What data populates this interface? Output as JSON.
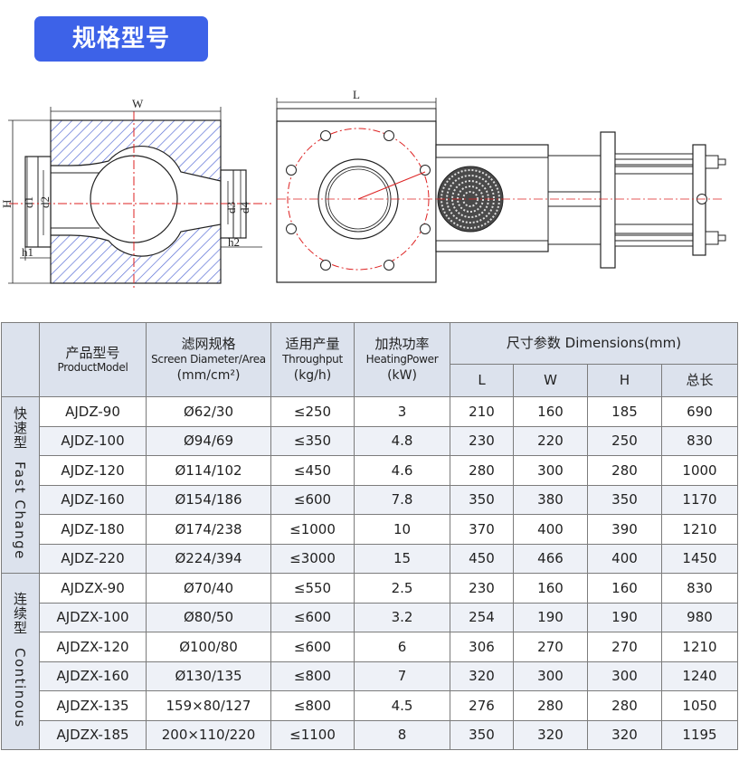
{
  "section_title": "规格型号",
  "drawing_labels": {
    "width": "W",
    "length": "L",
    "height": "H",
    "d1": "d1",
    "d2": "d2",
    "d3": "d3",
    "d4": "d4",
    "h1": "h1",
    "h2": "h2"
  },
  "table": {
    "header": {
      "model_cn": "产品型号",
      "model_en": "ProductModel",
      "screen_cn": "滤网规格",
      "screen_en": "Screen Diameter/Area",
      "screen_unit": "(mm/cm²)",
      "output_cn": "适用产量",
      "output_en": "Throughput",
      "output_unit": "(kg/h)",
      "power_cn": "加热功率",
      "power_en": "HeatingPower",
      "power_unit": "(kW)",
      "dims": "尺寸参数 Dimensions(mm)",
      "dim_L": "L",
      "dim_W": "W",
      "dim_H": "H",
      "dim_total": "总长"
    },
    "groups": [
      {
        "name_cn": "快速型",
        "name_en": "Fast Change",
        "rows": [
          {
            "model": "AJDZ-90",
            "screen": "Ø62/30",
            "output": "≤250",
            "power": "3",
            "L": "210",
            "W": "160",
            "H": "185",
            "total": "690"
          },
          {
            "model": "AJDZ-100",
            "screen": "Ø94/69",
            "output": "≤350",
            "power": "4.8",
            "L": "230",
            "W": "220",
            "H": "250",
            "total": "830"
          },
          {
            "model": "AJDZ-120",
            "screen": "Ø114/102",
            "output": "≤450",
            "power": "4.6",
            "L": "280",
            "W": "300",
            "H": "280",
            "total": "1000"
          },
          {
            "model": "AJDZ-160",
            "screen": "Ø154/186",
            "output": "≤600",
            "power": "7.8",
            "L": "350",
            "W": "380",
            "H": "350",
            "total": "1170"
          },
          {
            "model": "AJDZ-180",
            "screen": "Ø174/238",
            "output": "≤1000",
            "power": "10",
            "L": "370",
            "W": "400",
            "H": "390",
            "total": "1210"
          },
          {
            "model": "AJDZ-220",
            "screen": "Ø224/394",
            "output": "≤3000",
            "power": "15",
            "L": "450",
            "W": "466",
            "H": "400",
            "total": "1450"
          }
        ]
      },
      {
        "name_cn": "连续型",
        "name_en": "Continous",
        "rows": [
          {
            "model": "AJDZX-90",
            "screen": "Ø70/40",
            "output": "≤550",
            "power": "2.5",
            "L": "230",
            "W": "160",
            "H": "160",
            "total": "830"
          },
          {
            "model": "AJDZX-100",
            "screen": "Ø80/50",
            "output": "≤600",
            "power": "3.2",
            "L": "254",
            "W": "190",
            "H": "190",
            "total": "980"
          },
          {
            "model": "AJDZX-120",
            "screen": "Ø100/80",
            "output": "≤600",
            "power": "6",
            "L": "306",
            "W": "270",
            "H": "270",
            "total": "1210"
          },
          {
            "model": "AJDZX-160",
            "screen": "Ø130/135",
            "output": "≤800",
            "power": "7",
            "L": "320",
            "W": "300",
            "H": "300",
            "total": "1240"
          },
          {
            "model": "AJDZX-135",
            "screen": "159×80/127",
            "output": "≤800",
            "power": "4.5",
            "L": "276",
            "W": "280",
            "H": "280",
            "total": "1050"
          },
          {
            "model": "AJDZX-185",
            "screen": "200×110/220",
            "output": "≤1100",
            "power": "8",
            "L": "350",
            "W": "320",
            "H": "320",
            "total": "1195"
          }
        ]
      }
    ]
  }
}
